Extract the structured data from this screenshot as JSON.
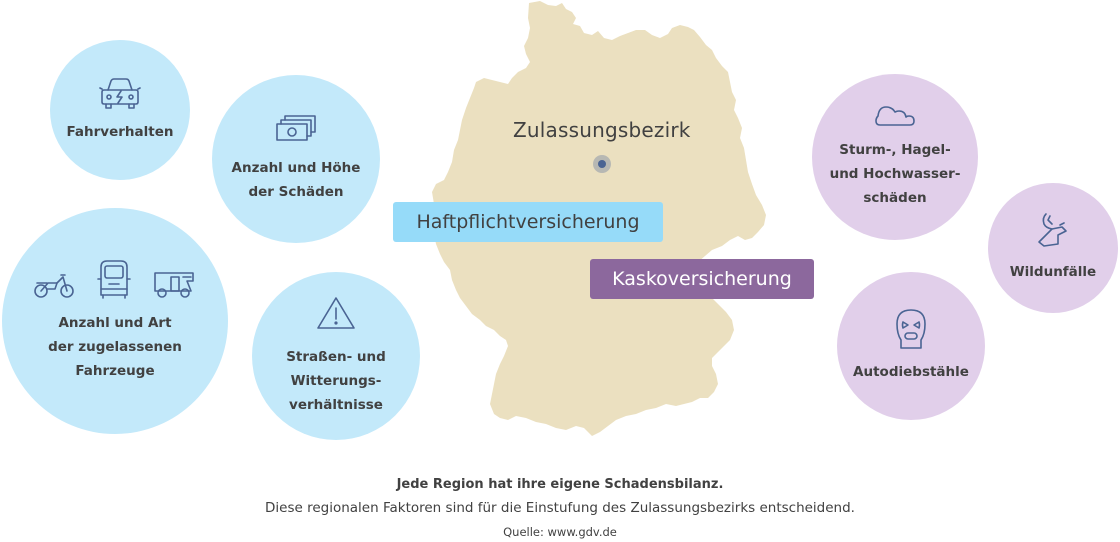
{
  "map": {
    "title": "Zulassungsbezirk",
    "fill_color": "#ebe0c0",
    "pin_color": "#4a6493",
    "pin_halo_color": "#b7b8b3"
  },
  "tags": {
    "liability": {
      "label": "Haftpflichtversicherung",
      "color": "#96dbf9"
    },
    "comprehensive": {
      "label": "Kaskoversicherung",
      "color": "#8c689d"
    }
  },
  "liability_factors": {
    "color": "#c3e9fa",
    "items": [
      {
        "label": "Fahrverhalten",
        "icon": "car-crash-icon"
      },
      {
        "label": "Anzahl und Höhe\nder Schäden",
        "icon": "money-bills-icon"
      },
      {
        "label": "Anzahl und Art\nder zugelassenen\nFahrzeuge",
        "icons": [
          "motorcycle-icon",
          "van-icon",
          "camper-icon"
        ]
      },
      {
        "label": "Straßen- und\nWitterungs-\nverhältnisse",
        "icon": "warning-triangle-icon"
      }
    ]
  },
  "comprehensive_factors": {
    "color": "#e1cfea",
    "items": [
      {
        "label": "Sturm-, Hagel-\nund Hochwasser-\nschäden",
        "icon": "cloud-icon"
      },
      {
        "label": "Wildunfälle",
        "icon": "deer-icon"
      },
      {
        "label": "Autodiebstähle",
        "icon": "thief-mask-icon"
      }
    ]
  },
  "footer": {
    "headline": "Jede Region hat ihre eigene Schadensbilanz.",
    "text": "Diese regionalen Faktoren sind für die Einstufung des Zulassungsbezirks entscheidend.",
    "source": "Quelle: www.gdv.de"
  }
}
